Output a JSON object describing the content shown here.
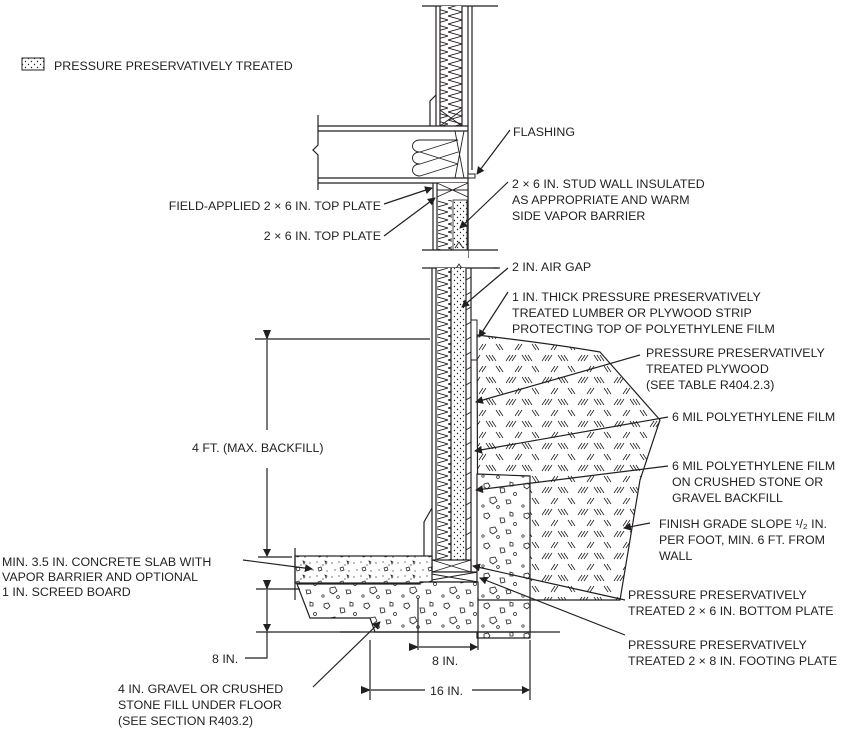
{
  "legend": {
    "swatch": "dotted-hatch-box",
    "label": "PRESSURE PRESERVATIVELY TREATED"
  },
  "callouts": {
    "flashing": [
      "FLASHING"
    ],
    "stud_wall": [
      "2 × 6 IN. STUD WALL INSULATED",
      "AS APPROPRIATE AND WARM",
      "SIDE VAPOR BARRIER"
    ],
    "field_top_plate": [
      "FIELD-APPLIED 2 × 6 IN. TOP PLATE"
    ],
    "top_plate": [
      "2 × 6 IN. TOP PLATE"
    ],
    "air_gap": [
      "2 IN. AIR GAP"
    ],
    "strip": [
      "1 IN. THICK PRESSURE PRESERVATIVELY",
      "TREATED LUMBER OR PLYWOOD STRIP",
      "PROTECTING TOP OF POLYETHYLENE FILM"
    ],
    "plywood": [
      "PRESSURE PRESERVATIVELY",
      "TREATED PLYWOOD",
      "(SEE TABLE R404.2.3)"
    ],
    "poly_film": [
      "6 MIL POLYETHYLENE FILM"
    ],
    "poly_gravel": [
      "6 MIL POLYETHYLENE FILM",
      "ON CRUSHED STONE OR",
      "GRAVEL BACKFILL"
    ],
    "grade": [
      "FINISH GRADE SLOPE ¹/₂ IN.",
      "PER FOOT, MIN. 6 FT. FROM",
      "WALL"
    ],
    "slab": [
      "MIN. 3.5 IN. CONCRETE SLAB WITH",
      "VAPOR BARRIER AND OPTIONAL",
      "1 IN. SCREED BOARD"
    ],
    "bottom_plate": [
      "PRESSURE PRESERVATIVELY",
      "TREATED 2 × 6 IN. BOTTOM PLATE"
    ],
    "footing_plate": [
      "PRESSURE PRESERVATIVELY",
      "TREATED 2 × 8 IN. FOOTING PLATE"
    ],
    "gravel_fill": [
      "4 IN. GRAVEL OR CRUSHED",
      "STONE FILL UNDER FLOOR",
      "(SEE SECTION R403.2)"
    ]
  },
  "dimensions": {
    "backfill_height": "4 FT. (MAX. BACKFILL)",
    "gravel_depth": "8 IN.",
    "plate_width": "8 IN.",
    "footing_width": "16 IN."
  }
}
